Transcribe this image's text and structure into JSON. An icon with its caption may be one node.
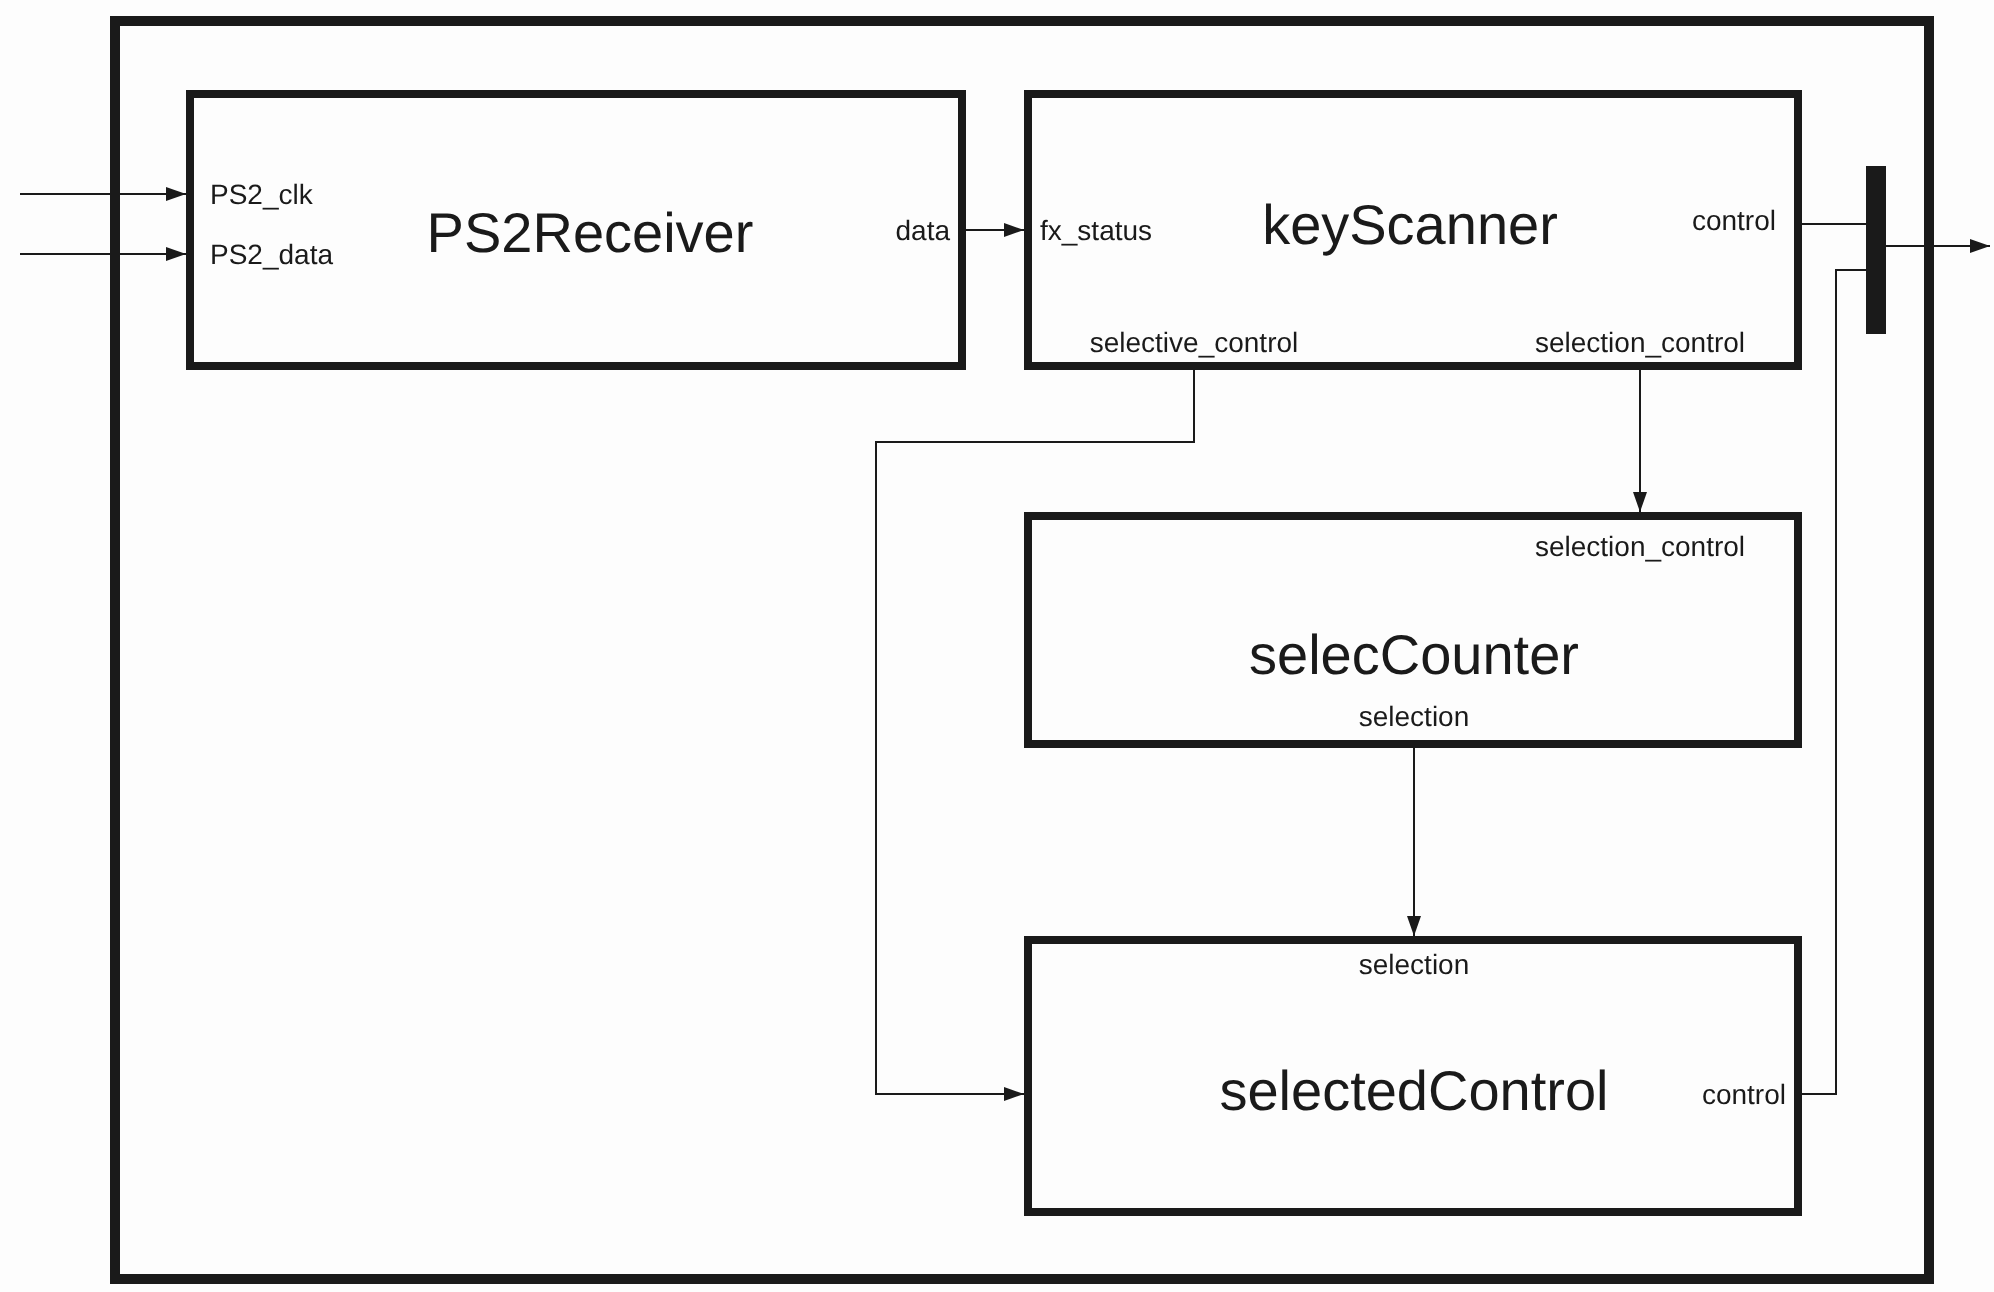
{
  "diagram": {
    "nodes": [
      {
        "text": [],
        "shape": "box"
      },
      {
        "text": [
          "PS2_clk",
          "PS2_data",
          "PS2Receiver",
          "data"
        ],
        "in": 0
      },
      {
        "text": [
          "fx_status",
          "keyScanner",
          "control",
          "selective_control",
          "selection_control"
        ],
        "in": 0
      },
      {
        "text": [
          "selection_control",
          "selecCounter",
          "selection"
        ],
        "in": 0
      },
      {
        "text": [
          "selection",
          "selectedControl",
          "control"
        ],
        "in": 0
      },
      {
        "text": [],
        "shape": "bar",
        "in": 0
      }
    ],
    "edges": [
      {
        "from": null,
        "to": 1,
        "arrow": "to"
      },
      {
        "from": null,
        "to": 1,
        "arrow": "to"
      },
      {
        "from": 1,
        "to": 2,
        "arrow": "to"
      },
      {
        "from": 2,
        "to": 3,
        "arrow": "to"
      },
      {
        "from": 3,
        "to": 4,
        "arrow": "to"
      },
      {
        "from": 2,
        "to": 4,
        "arrow": "to"
      },
      {
        "from": 2,
        "to": 5,
        "arrow": "none"
      },
      {
        "from": 4,
        "to": 5,
        "arrow": "none"
      },
      {
        "from": 5,
        "to": null,
        "arrow": "to"
      }
    ]
  }
}
